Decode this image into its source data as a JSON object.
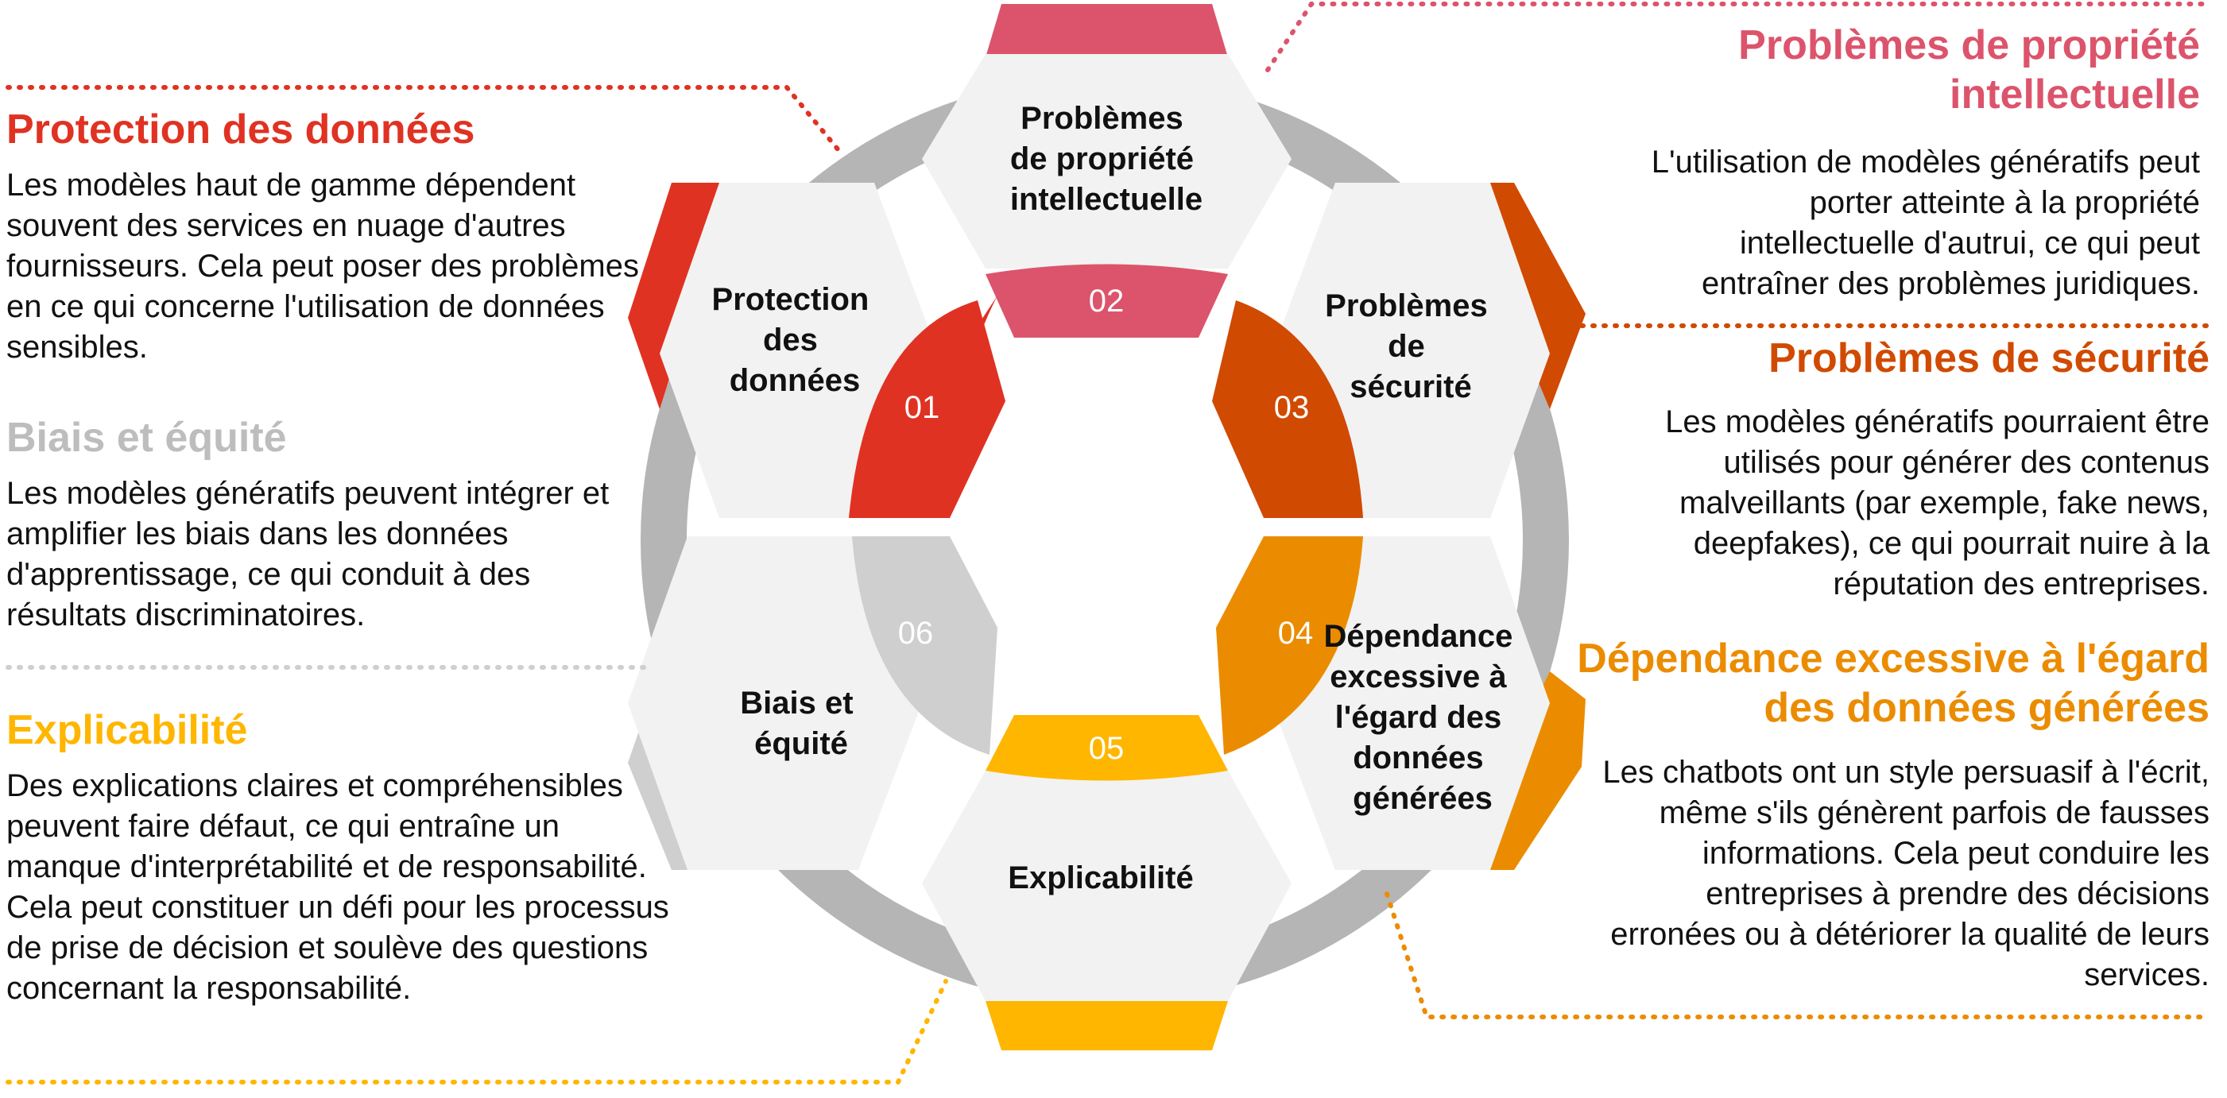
{
  "colors": {
    "red": "#E03222",
    "pink": "#DC546C",
    "dark_orange": "#D04A02",
    "orange": "#EB8C00",
    "yellow": "#FFB600",
    "grey": "#CFCFCF",
    "ring": "#B5B5B5",
    "hex_fill": "#F2F2F2"
  },
  "hexagons": [
    {
      "id": "01",
      "number": "01",
      "label_lines": [
        "Protection",
        "des",
        "données"
      ],
      "color": "red"
    },
    {
      "id": "02",
      "number": "02",
      "label_lines": [
        "Problèmes",
        "de propriété",
        "intellectuelle"
      ],
      "color": "pink"
    },
    {
      "id": "03",
      "number": "03",
      "label_lines": [
        "Problèmes",
        "de",
        "sécurité"
      ],
      "color": "dark_orange"
    },
    {
      "id": "04",
      "number": "04",
      "label_lines": [
        "Dépendance",
        "excessive à",
        "l'égard des",
        "données",
        "générées"
      ],
      "color": "orange"
    },
    {
      "id": "05",
      "number": "05",
      "label_lines": [
        "Explicabilité"
      ],
      "color": "yellow"
    },
    {
      "id": "06",
      "number": "06",
      "label_lines": [
        "Biais et",
        "équité"
      ],
      "color": "grey"
    }
  ],
  "blocks": {
    "protection": {
      "title": "Protection des données",
      "text": "Les modèles haut de gamme dépendent souvent des services en nuage d'autres fournisseurs. Cela peut poser des problèmes en ce qui concerne l'utilisation de données sensibles."
    },
    "biais": {
      "title": "Biais et équité",
      "text": "Les modèles génératifs peuvent intégrer et amplifier les biais dans les données d'apprentissage, ce qui conduit à des résultats discriminatoires."
    },
    "explicabilite": {
      "title": "Explicabilité",
      "text": "Des explications claires et compréhensibles peuvent faire défaut, ce qui entraîne un manque d'interprétabilité et de responsabilité. Cela peut constituer un défi pour les processus de prise de décision et soulève des questions concernant la responsabilité."
    },
    "propriete": {
      "title": "Problèmes de propriété intellectuelle",
      "text": "L'utilisation de modèles génératifs peut porter atteinte à la propriété intellectuelle d'autrui, ce qui peut entraîner des problèmes juridiques."
    },
    "securite": {
      "title": "Problèmes de sécurité",
      "text": "Les modèles génératifs pourraient être utilisés pour générer des contenus malveillants (par exemple, fake news, deepfakes), ce qui pourrait nuire à la réputation des entreprises."
    },
    "dependance": {
      "title": "Dépendance excessive à l'égard des données générées",
      "text": "Les chatbots ont un style persuasif à l'écrit, même s'ils génèrent parfois de fausses informations. Cela peut conduire les entreprises à prendre des décisions erronées ou à détériorer la qualité de leurs services."
    }
  }
}
